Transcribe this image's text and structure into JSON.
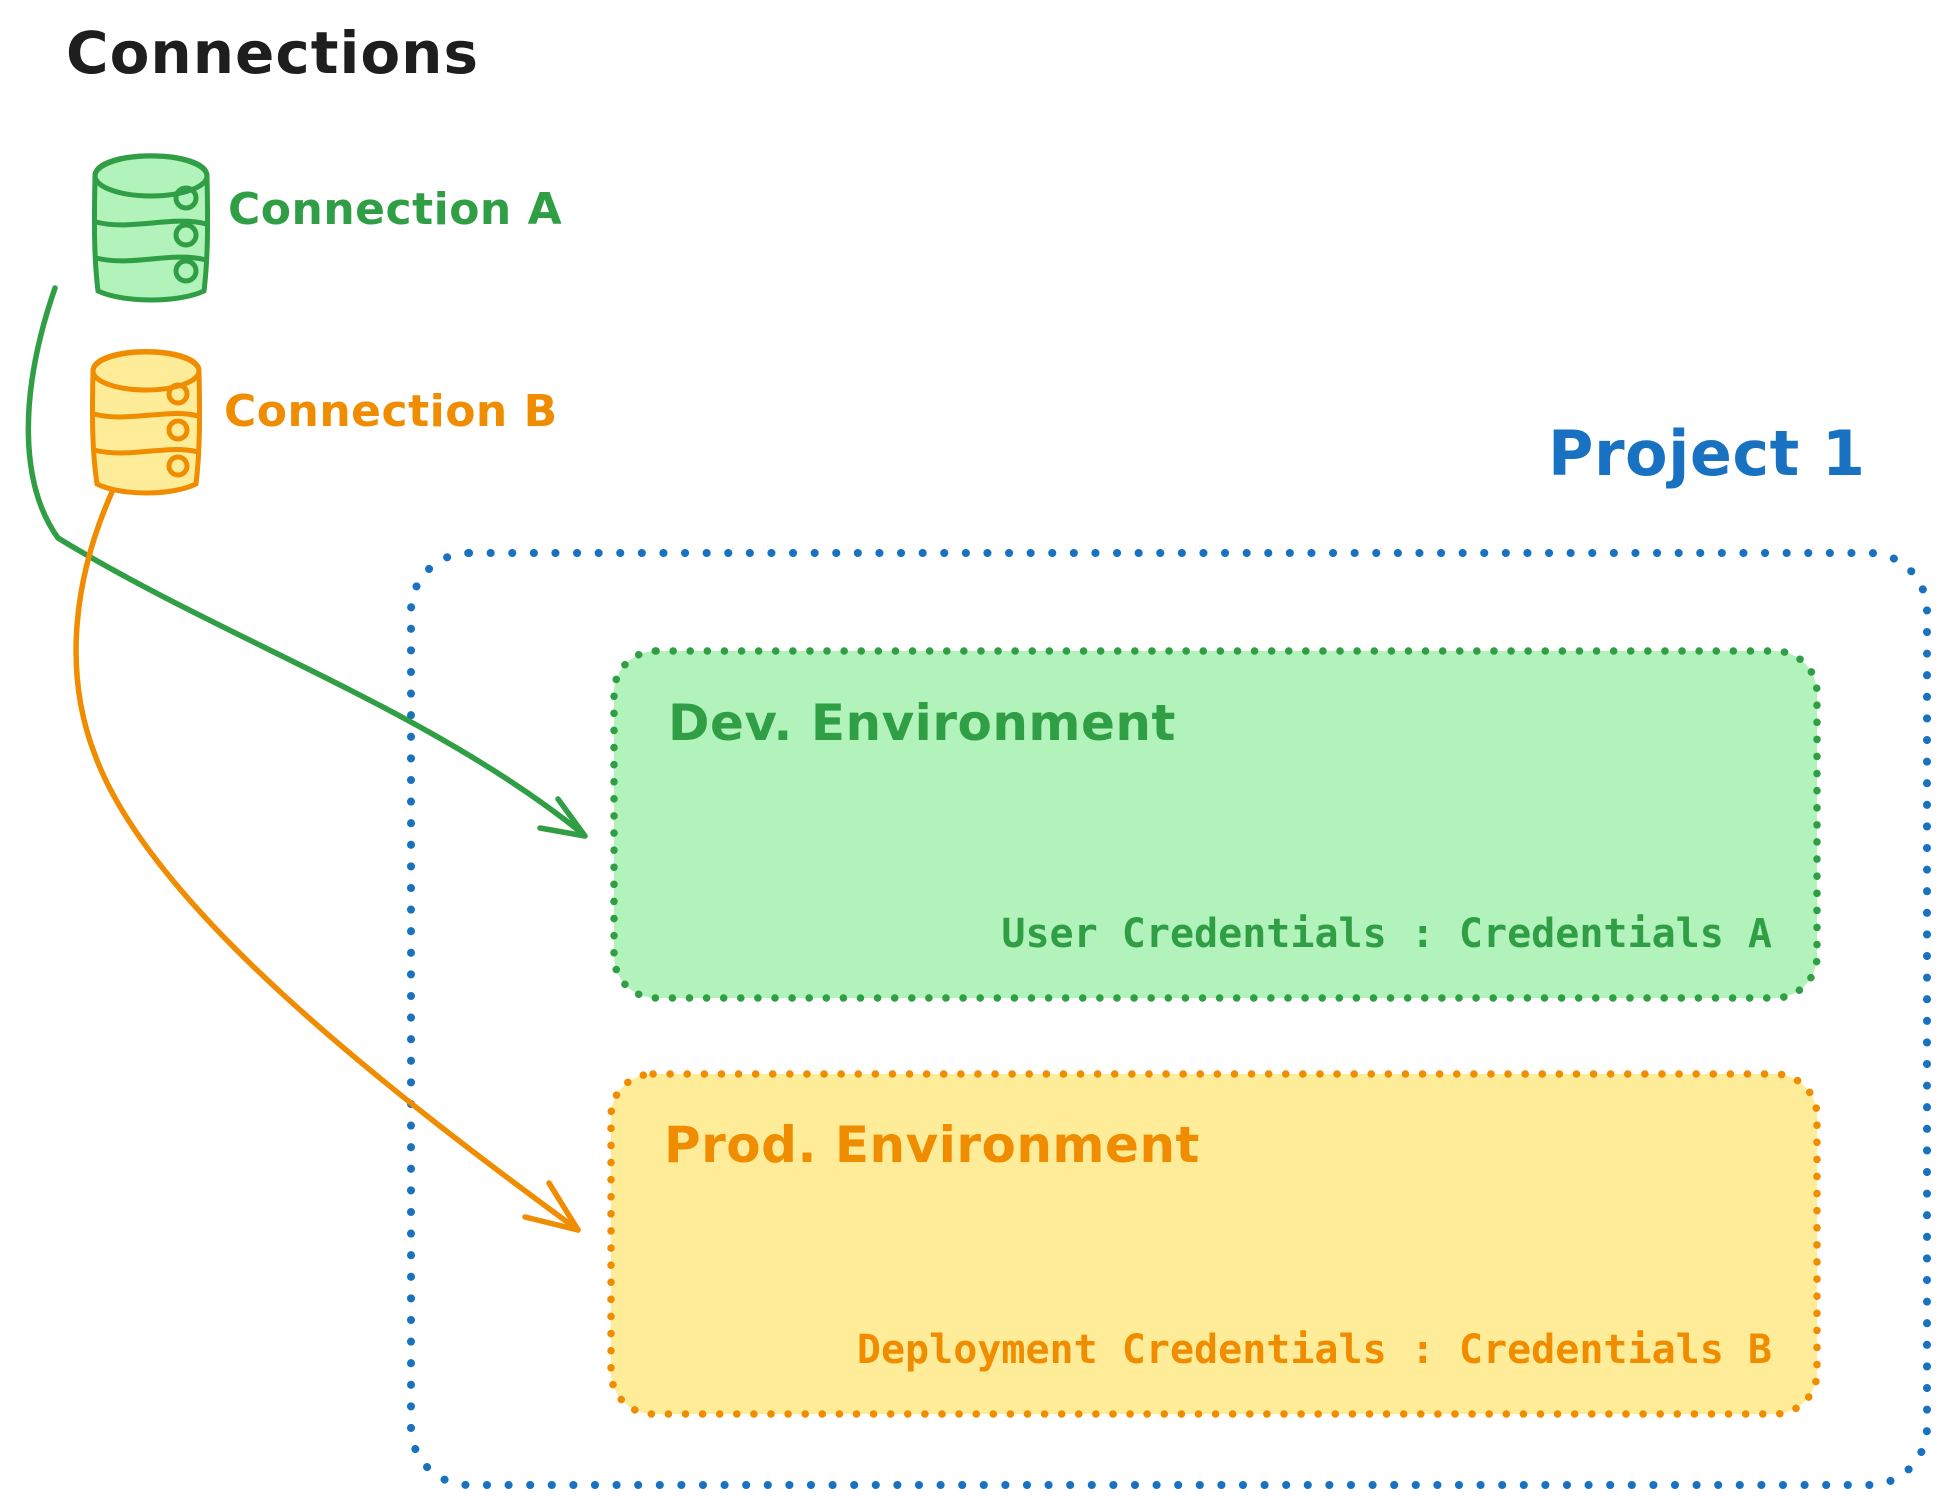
{
  "title": "Connections",
  "colors": {
    "text": "#1e1e1e",
    "green_stroke": "#2f9e44",
    "green_fill": "#b2f2bb",
    "orange_stroke": "#f08c00",
    "orange_fill": "#ffec99",
    "blue_stroke": "#1971c2",
    "background": "#ffffff"
  },
  "connections": [
    {
      "label": "Connection A",
      "icon": "database-icon",
      "color": "#2f9e44",
      "fill": "#b2f2bb"
    },
    {
      "label": "Connection B",
      "icon": "database-icon",
      "color": "#f08c00",
      "fill": "#ffec99"
    }
  ],
  "project": {
    "label": "Project 1",
    "border_color": "#1971c2",
    "environments": [
      {
        "name": "Dev. Environment",
        "credentials": "User Credentials : Credentials A",
        "stroke": "#2f9e44",
        "fill": "#b2f2bb"
      },
      {
        "name": "Prod. Environment",
        "credentials": "Deployment Credentials : Credentials B",
        "stroke": "#f08c00",
        "fill": "#ffec99"
      }
    ]
  },
  "arrows": [
    {
      "from": "Connection A",
      "to": "Dev. Environment",
      "color": "#2f9e44"
    },
    {
      "from": "Connection B",
      "to": "Prod. Environment",
      "color": "#f08c00"
    }
  ]
}
